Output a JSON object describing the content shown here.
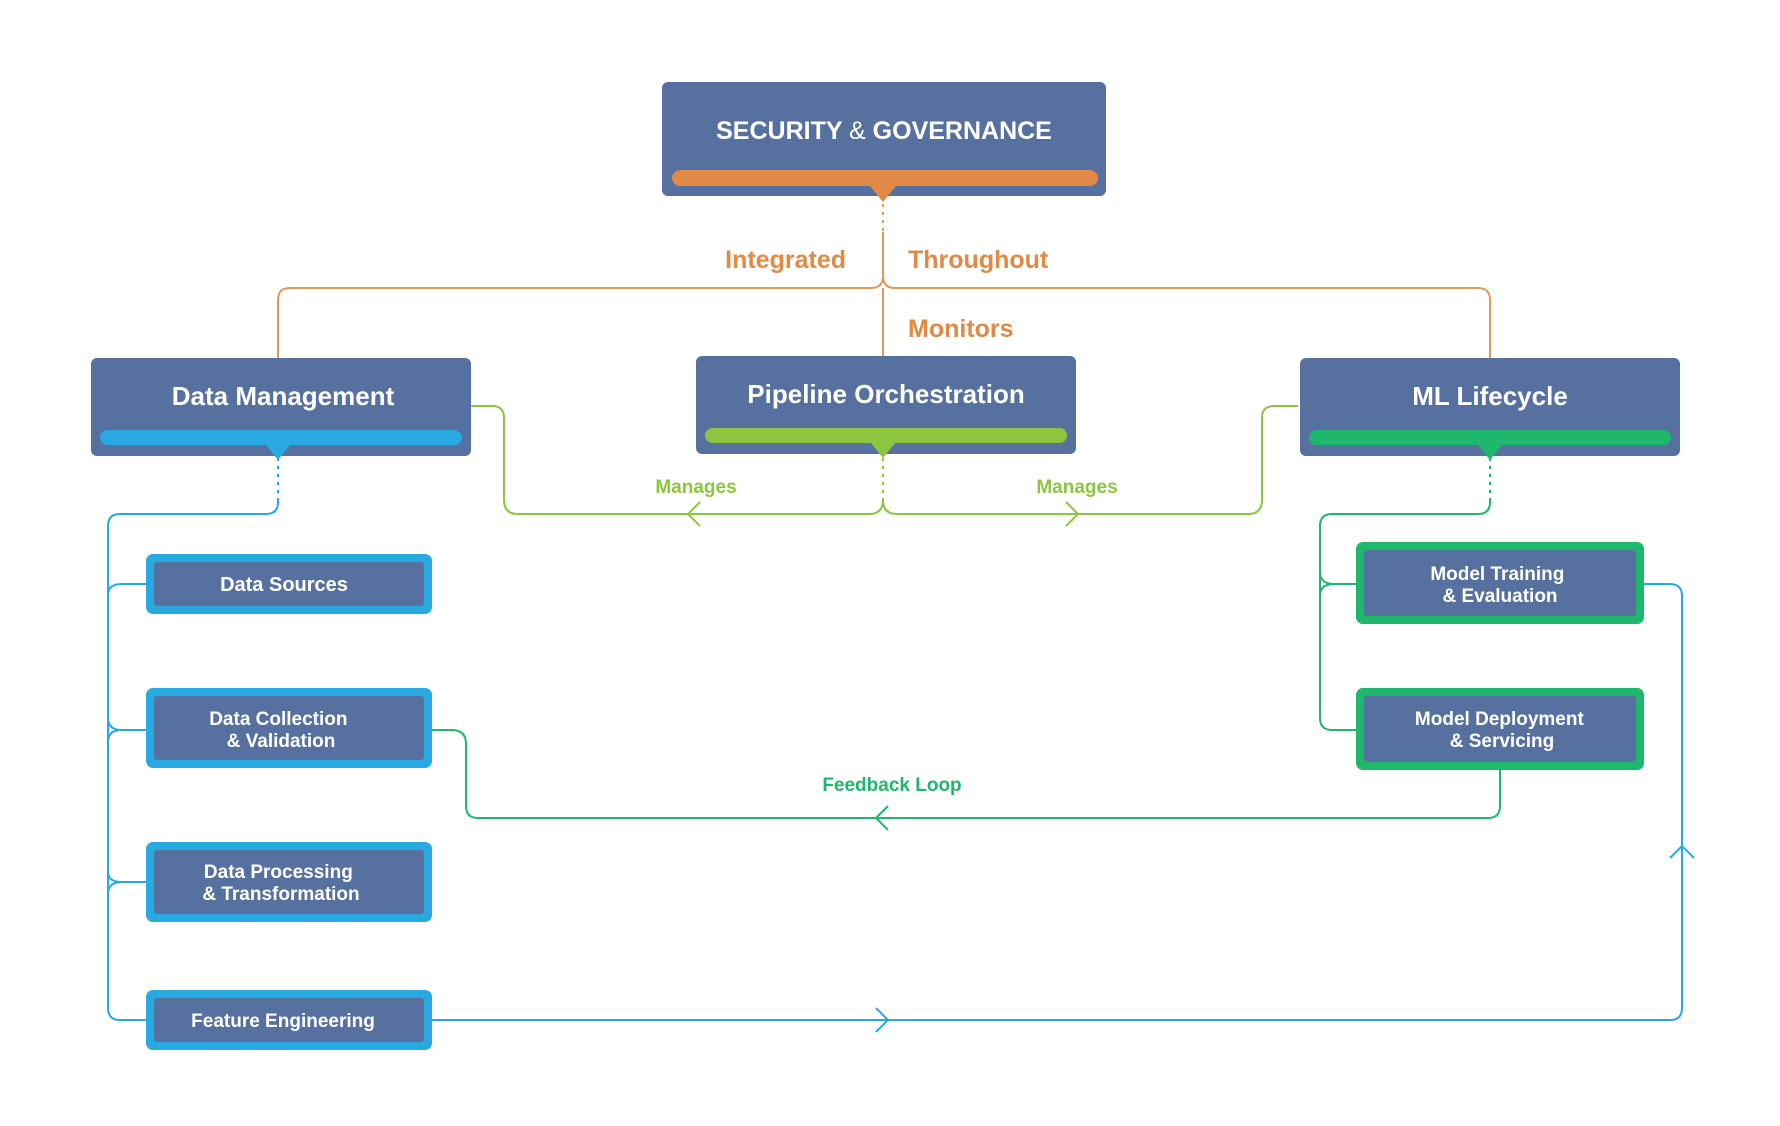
{
  "colors": {
    "box_fill": "#56709f",
    "box_shadow": "#3e5785",
    "orange": "#e08a45",
    "blue": "#29a9e1",
    "lime": "#8cc63f",
    "green": "#1db86c",
    "line_orange": "#e1995b",
    "background": "#ffffff"
  },
  "top": {
    "title_left": "SECURITY",
    "title_amp": "&",
    "title_right": "GOVERNANCE"
  },
  "connectors": {
    "integrated": "Integrated",
    "throughout": "Throughout",
    "monitors": "Monitors",
    "manages_left": "Manages",
    "manages_right": "Manages",
    "feedback": "Feedback Loop"
  },
  "pillars": {
    "data_management": "Data Management",
    "pipeline_orchestration": "Pipeline Orchestration",
    "ml_lifecycle": "ML Lifecycle"
  },
  "data_steps": {
    "sources": [
      "Data Sources"
    ],
    "collection": [
      "Data Collection",
      "& Validation"
    ],
    "processing": [
      "Data Processing",
      "& Transformation"
    ],
    "feature": [
      "Feature Engineering"
    ]
  },
  "ml_steps": {
    "training": [
      "Model Training",
      "& Evaluation"
    ],
    "deployment": [
      "Model Deployment",
      "& Servicing"
    ]
  }
}
